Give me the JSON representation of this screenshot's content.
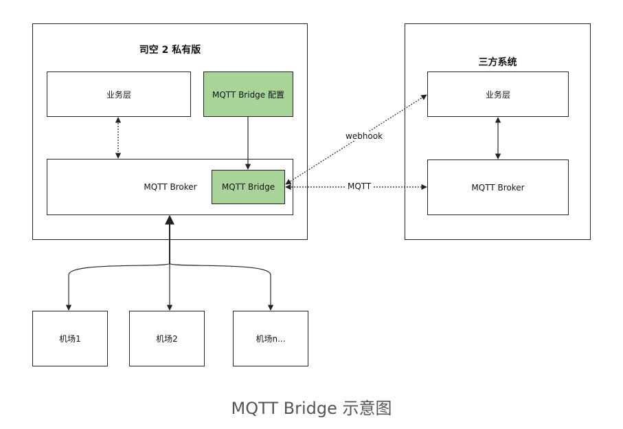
{
  "left_system": {
    "title": "司空 2 私有版",
    "business_layer": "业务层",
    "bridge_config": "MQTT Bridge 配置",
    "broker": "MQTT Broker",
    "bridge": "MQTT Bridge"
  },
  "right_system": {
    "title": "三方系统",
    "business_layer": "业务层",
    "broker": "MQTT Broker"
  },
  "edges": {
    "webhook": "webhook",
    "mqtt": "MQTT"
  },
  "airports": [
    "机场1",
    "机场2",
    "机场n..."
  ],
  "caption": "MQTT Bridge 示意图",
  "colors": {
    "bridge_fill": "#a8d49a",
    "stroke": "#222222"
  }
}
